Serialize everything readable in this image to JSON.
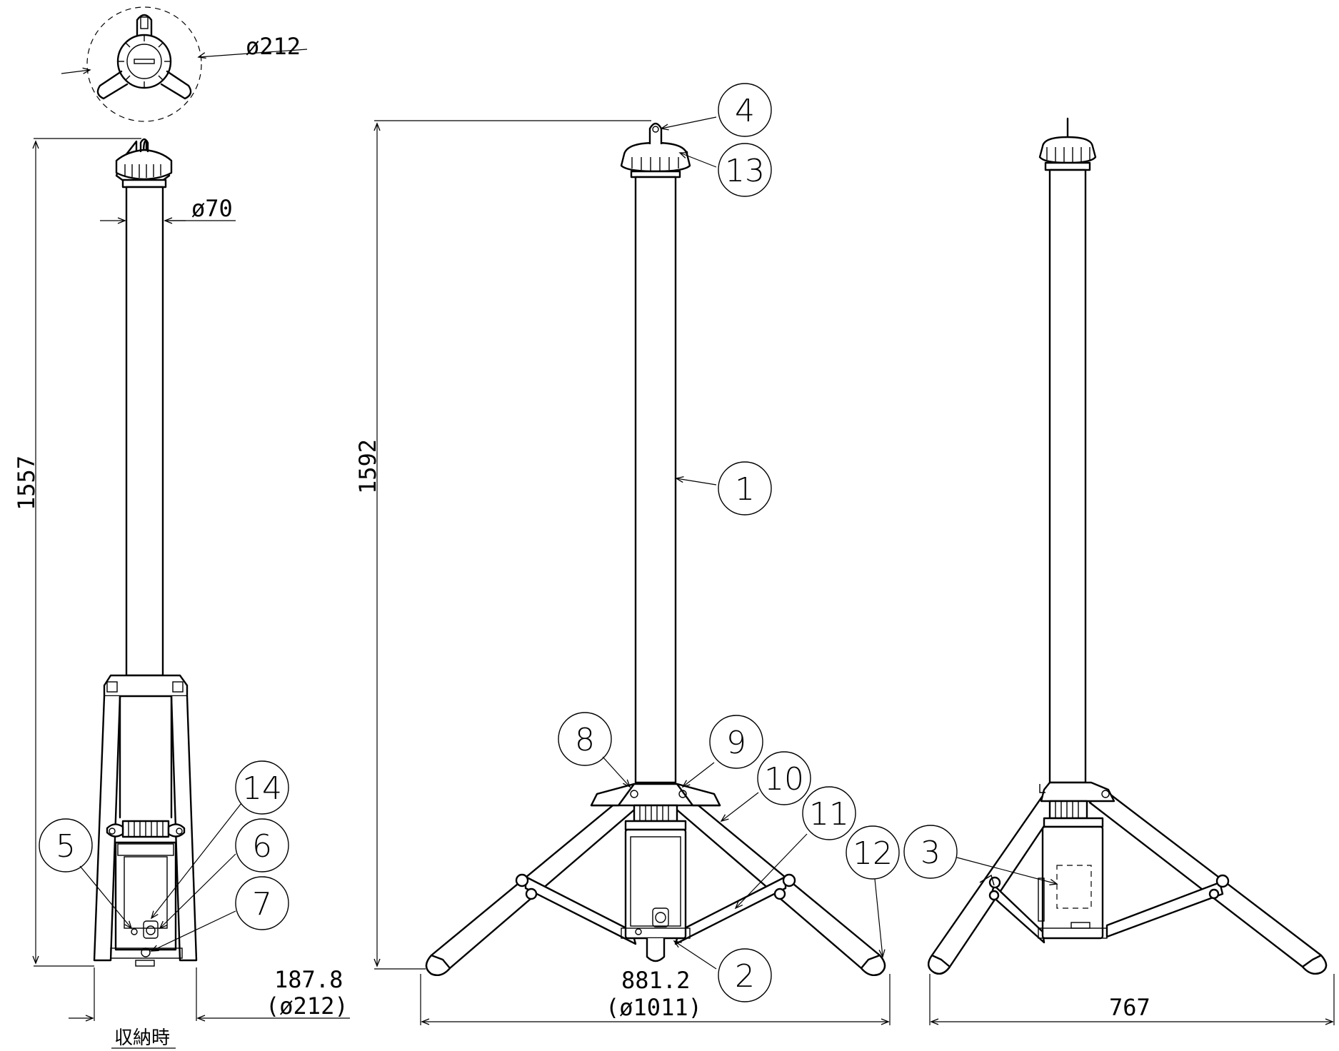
{
  "dimensions": {
    "top_view_diameter": "ø212",
    "pole_diameter": "ø70",
    "stowed_height": "1557",
    "deployed_height": "1592",
    "stowed_width": "187.8",
    "stowed_width_diameter": "(ø212)",
    "stowed_label": "収納時",
    "front_span": "881.2",
    "front_span_diameter": "(ø1011)",
    "side_span": "767"
  },
  "callouts": {
    "c1": "1",
    "c2": "2",
    "c3": "3",
    "c4": "4",
    "c5": "5",
    "c6": "6",
    "c7": "7",
    "c8": "8",
    "c9": "9",
    "c10": "10",
    "c11": "11",
    "c12": "12",
    "c13": "13",
    "c14": "14"
  }
}
